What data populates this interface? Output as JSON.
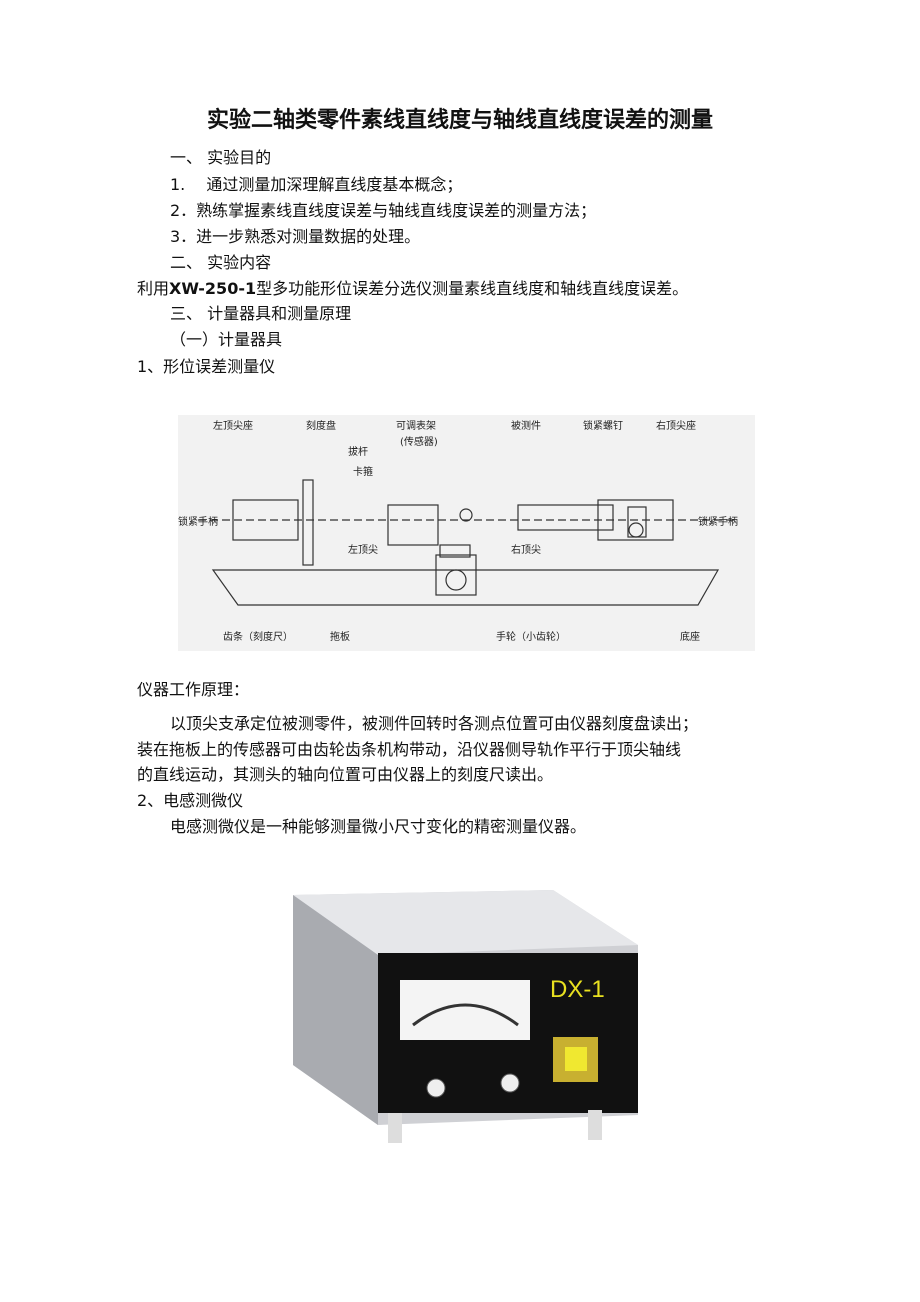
{
  "title": "实验二轴类零件素线直线度与轴线直线度误差的测量",
  "s1": {
    "heading": "一、 实验目的",
    "items": [
      "1.　 通过测量加深理解直线度基本概念；",
      "2．熟练掌握素线直线度误差与轴线直线度误差的测量方法；",
      "3．进一步熟悉对测量数据的处理。"
    ]
  },
  "s2": {
    "heading": "二、 实验内容",
    "text_pre": "利用",
    "text_bold": "XW-250-1",
    "text_post": "型多功能形位误差分选仪测量素线直线度和轴线直线度误差。"
  },
  "s3": {
    "heading": "三、 计量器具和测量原理",
    "sub": "（一）计量器具",
    "item1": "1、形位误差测量仪"
  },
  "diagram": {
    "labels": [
      "左顶尖座",
      "刻度盘",
      "可调表架",
      "(传感器)",
      "被测件",
      "锁紧螺钉",
      "右顶尖座",
      "拔杆",
      "卡箍",
      "锁紧手柄",
      "锁紧手柄",
      "左顶尖",
      "右顶尖",
      "齿条（刻度尺）",
      "拖板",
      "手轮（小齿轮）",
      "底座"
    ]
  },
  "principle": {
    "heading": "仪器工作原理：",
    "lines": [
      "以顶尖支承定位被测零件，被测件回转时各测点位置可由仪器刻度盘读出；",
      "装在拖板上的传感器可由齿轮齿条机构带动，沿仪器侧导轨作平行于顶尖轴线",
      "的直线运动，其测头的轴向位置可由仪器上的刻度尺读出。"
    ]
  },
  "item2": {
    "heading": "2、电感测微仪",
    "text": "电感测微仪是一种能够测量微小尺寸变化的精密测量仪器。"
  },
  "device": {
    "model": "DX-1",
    "accent": "#e8e020"
  }
}
